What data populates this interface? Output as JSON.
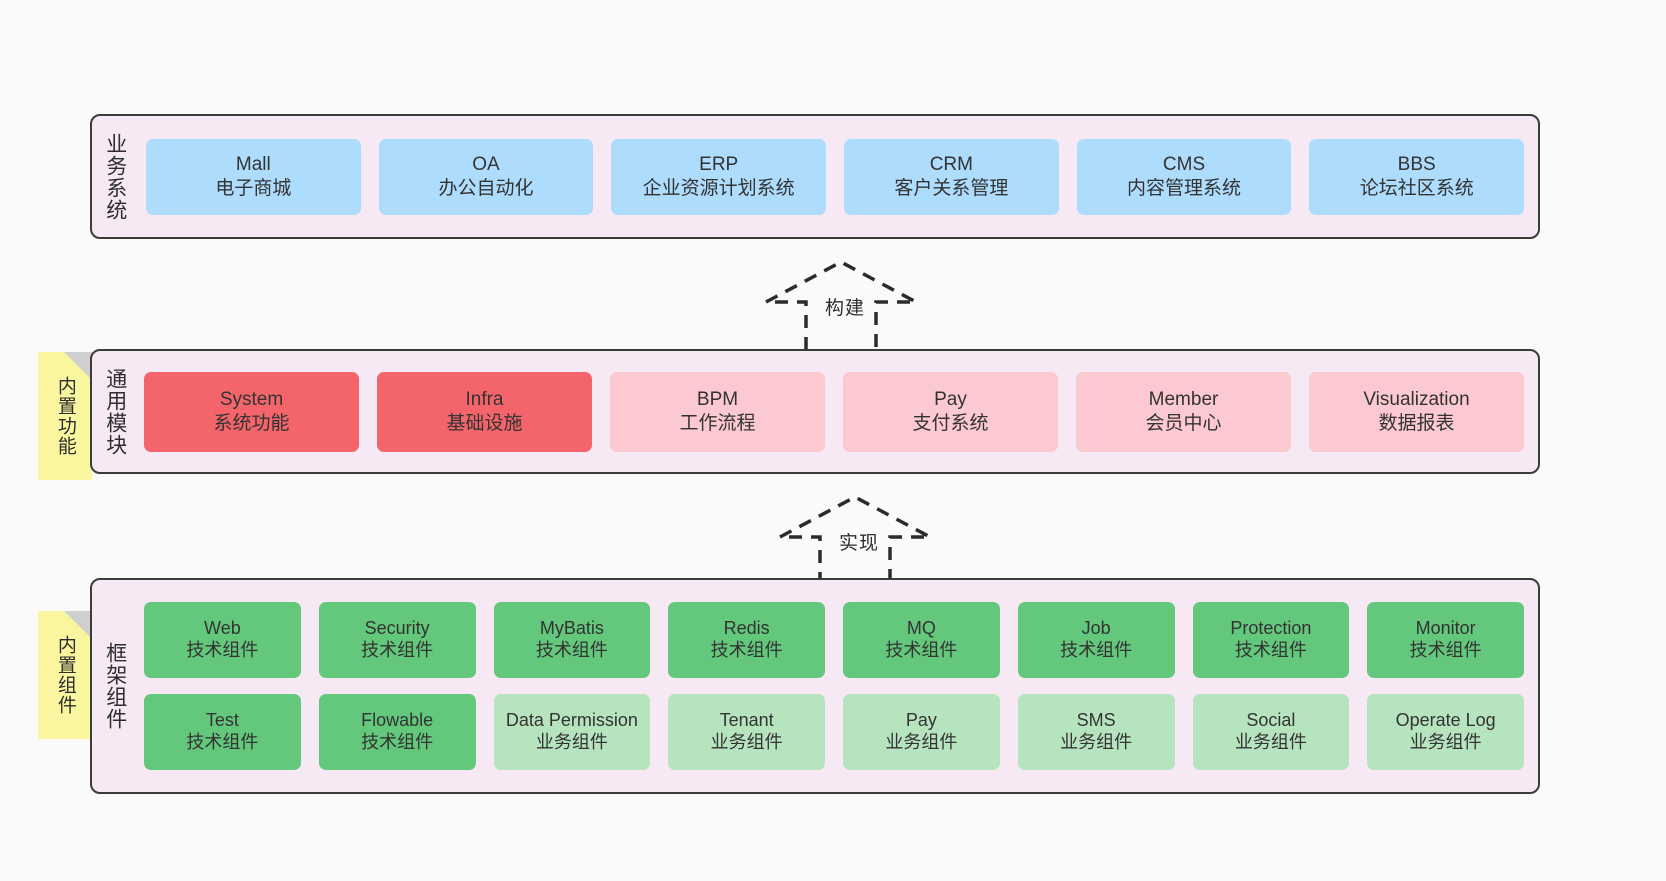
{
  "diagram": {
    "background_color": "#FAFAFA",
    "band_background": "#F6E9F4",
    "band_border_color": "#3B3B3B",
    "sticky_color": "#FAF6A0"
  },
  "business_layer": {
    "title": "业务系统",
    "item_color": "#ADDCFD",
    "items": [
      {
        "en": "Mall",
        "cn": "电子商城"
      },
      {
        "en": "OA",
        "cn": "办公自动化"
      },
      {
        "en": "ERP",
        "cn": "企业资源计划系统"
      },
      {
        "en": "CRM",
        "cn": "客户关系管理"
      },
      {
        "en": "CMS",
        "cn": "内容管理系统"
      },
      {
        "en": "BBS",
        "cn": "论坛社区系统"
      }
    ]
  },
  "build_arrow": {
    "label": "构建",
    "style": "dashed-hollow-up-arrow"
  },
  "module_layer": {
    "title": "通用模块",
    "sticky_label": "内置功能",
    "strong_color": "#F4656B",
    "soft_color": "#FBC9CF",
    "items": [
      {
        "en": "System",
        "cn": "系统功能",
        "variant": "mod-strong"
      },
      {
        "en": "Infra",
        "cn": "基础设施",
        "variant": "mod-strong"
      },
      {
        "en": "BPM",
        "cn": "工作流程",
        "variant": "mod-soft"
      },
      {
        "en": "Pay",
        "cn": "支付系统",
        "variant": "mod-soft"
      },
      {
        "en": "Member",
        "cn": "会员中心",
        "variant": "mod-soft"
      },
      {
        "en": "Visualization",
        "cn": "数据报表",
        "variant": "mod-soft"
      }
    ]
  },
  "impl_arrow": {
    "label": "实现",
    "style": "dashed-hollow-up-arrow"
  },
  "framework_layer": {
    "title": "框架组件",
    "sticky_label": "内置组件",
    "tech_color": "#63C77C",
    "biz_color": "#B6E4BE",
    "row1": [
      {
        "en": "Web",
        "cn": "技术组件",
        "variant": "tech"
      },
      {
        "en": "Security",
        "cn": "技术组件",
        "variant": "tech"
      },
      {
        "en": "MyBatis",
        "cn": "技术组件",
        "variant": "tech"
      },
      {
        "en": "Redis",
        "cn": "技术组件",
        "variant": "tech"
      },
      {
        "en": "MQ",
        "cn": "技术组件",
        "variant": "tech"
      },
      {
        "en": "Job",
        "cn": "技术组件",
        "variant": "tech"
      },
      {
        "en": "Protection",
        "cn": "技术组件",
        "variant": "tech"
      },
      {
        "en": "Monitor",
        "cn": "技术组件",
        "variant": "tech"
      }
    ],
    "row2": [
      {
        "en": "Test",
        "cn": "技术组件",
        "variant": "tech"
      },
      {
        "en": "Flowable",
        "cn": "技术组件",
        "variant": "tech"
      },
      {
        "en": "Data Permission",
        "cn": "业务组件",
        "variant": "biz"
      },
      {
        "en": "Tenant",
        "cn": "业务组件",
        "variant": "biz"
      },
      {
        "en": "Pay",
        "cn": "业务组件",
        "variant": "biz"
      },
      {
        "en": "SMS",
        "cn": "业务组件",
        "variant": "biz"
      },
      {
        "en": "Social",
        "cn": "业务组件",
        "variant": "biz"
      },
      {
        "en": "Operate Log",
        "cn": "业务组件",
        "variant": "biz"
      }
    ]
  }
}
